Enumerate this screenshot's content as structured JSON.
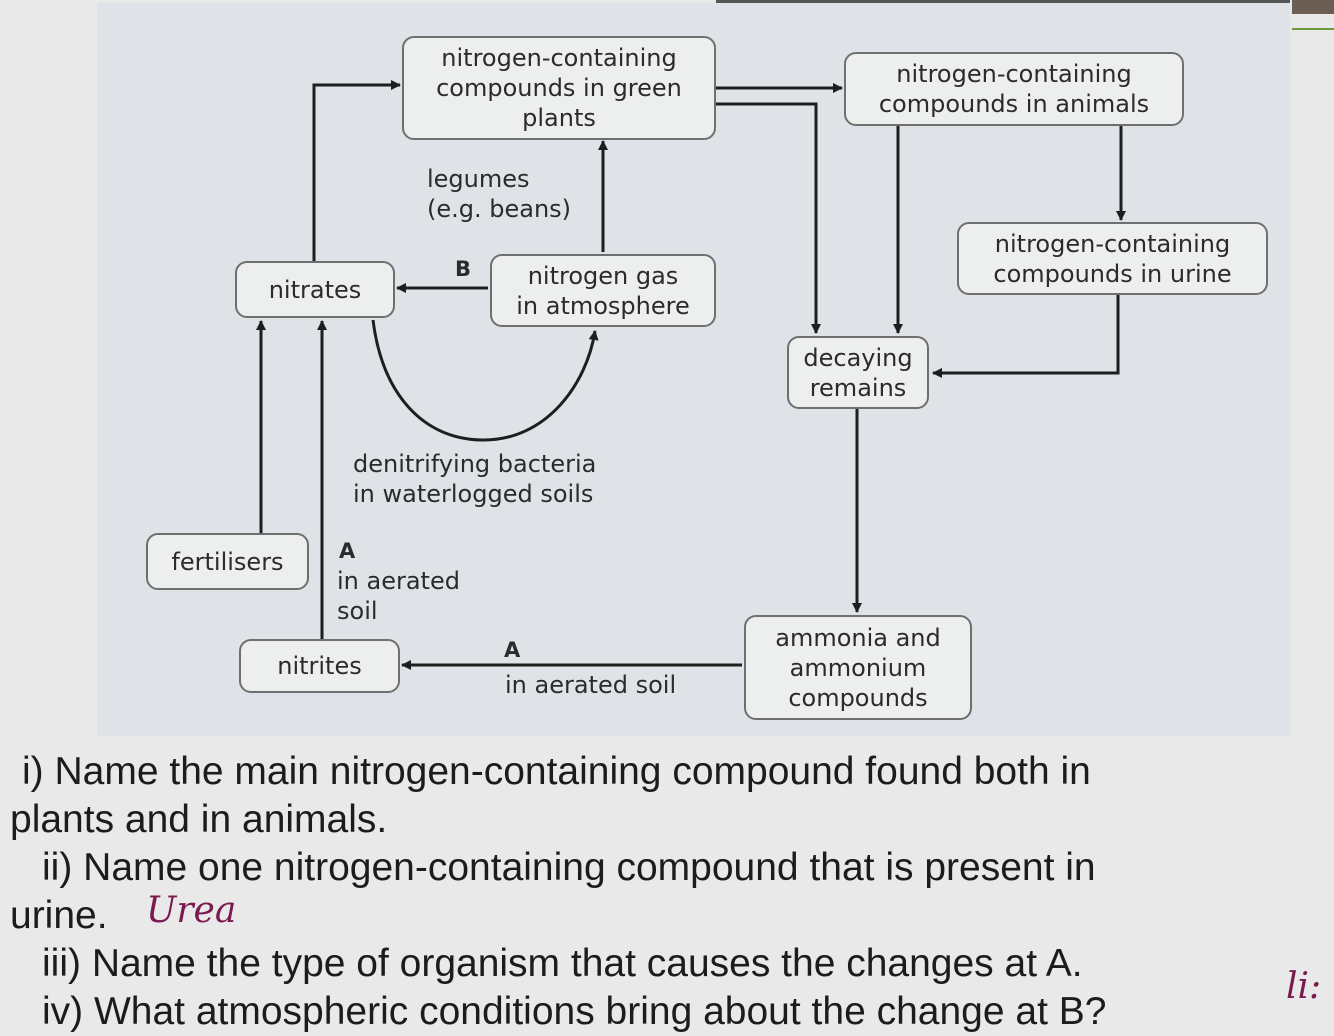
{
  "boxes": {
    "plants": "nitrogen-containing\ncompounds in green\nplants",
    "animals": "nitrogen-containing\ncompounds in animals",
    "urine": "nitrogen-containing\ncompounds in urine",
    "nitrates": "nitrates",
    "nitrogen_gas": "nitrogen gas\nin atmosphere",
    "decaying": "decaying\nremains",
    "fertilisers": "fertilisers",
    "nitrites": "nitrites",
    "ammonia": "ammonia and\nammonium\ncompounds"
  },
  "labels": {
    "legumes": "legumes\n(e.g. beans)",
    "denitrifying": "denitrifying bacteria\nin waterlogged soils",
    "in_aerated_soil_vertical": "in aerated\nsoil",
    "in_aerated_soil_horizontal": "in aerated soil",
    "letter_a_vertical": "A",
    "letter_a_horizontal": "A",
    "letter_b": "B"
  },
  "questions": {
    "q1_line1": "i) Name the main nitrogen-containing compound found both in",
    "q1_line2": "plants and in animals.",
    "q2_line1": "ii) Name one nitrogen-containing compound that is present in",
    "q2_line2": "urine.",
    "q3": "iii) Name the type of organism that causes the changes at A.",
    "q4": "iv) What atmospheric conditions bring about the change at B?"
  },
  "handwriting": {
    "urea": "Urea",
    "margin": "li:"
  },
  "colors": {
    "handwriting": "#7a1a4e",
    "diagram_bg": "#dfe2e6",
    "box_fill": "#edefef"
  }
}
